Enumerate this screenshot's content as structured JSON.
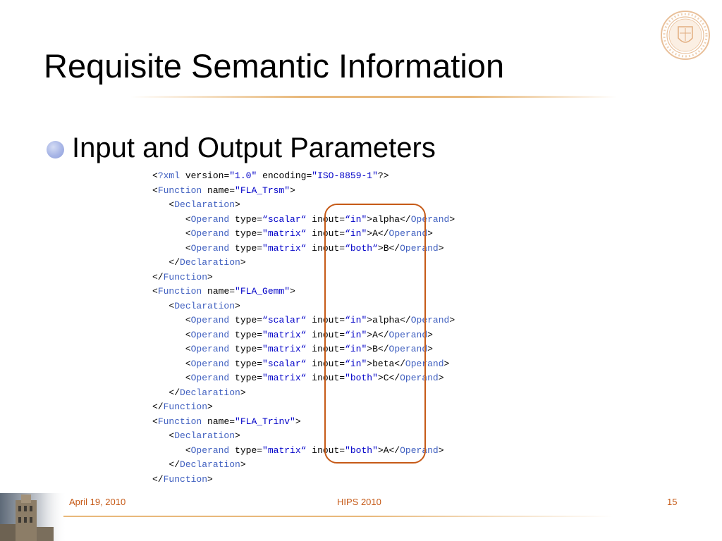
{
  "slide": {
    "title": "Requisite Semantic Information",
    "bullet": "Input and Output Parameters"
  },
  "code_lines": [
    {
      "indent": 0,
      "tokens": [
        {
          "t": "<",
          "c": "plain"
        },
        {
          "t": "?xml",
          "c": "kw"
        },
        {
          "t": " version=",
          "c": "plain"
        },
        {
          "t": "\"1.0\"",
          "c": "val"
        },
        {
          "t": " encoding=",
          "c": "plain"
        },
        {
          "t": "\"ISO-8859-1\"",
          "c": "val"
        },
        {
          "t": "?>",
          "c": "plain"
        }
      ]
    },
    {
      "indent": 0,
      "tokens": [
        {
          "t": "<",
          "c": "plain"
        },
        {
          "t": "Function",
          "c": "kw"
        },
        {
          "t": " name=",
          "c": "plain"
        },
        {
          "t": "\"FLA_Trsm\"",
          "c": "val"
        },
        {
          "t": ">",
          "c": "plain"
        }
      ]
    },
    {
      "indent": 1,
      "tokens": [
        {
          "t": "<",
          "c": "plain"
        },
        {
          "t": "Declaration",
          "c": "kw"
        },
        {
          "t": ">",
          "c": "plain"
        }
      ]
    },
    {
      "indent": 2,
      "tokens": [
        {
          "t": "<",
          "c": "plain"
        },
        {
          "t": "Operand",
          "c": "kw"
        },
        {
          "t": " type=",
          "c": "plain"
        },
        {
          "t": "“scalar“",
          "c": "val"
        },
        {
          "t": " inout=",
          "c": "plain"
        },
        {
          "t": "“in\"",
          "c": "val"
        },
        {
          "t": ">alpha</",
          "c": "plain"
        },
        {
          "t": "Operand",
          "c": "kw"
        },
        {
          "t": ">",
          "c": "plain"
        }
      ]
    },
    {
      "indent": 2,
      "tokens": [
        {
          "t": "<",
          "c": "plain"
        },
        {
          "t": "Operand",
          "c": "kw"
        },
        {
          "t": " type=",
          "c": "plain"
        },
        {
          "t": "\"matrix“",
          "c": "val"
        },
        {
          "t": " inout=",
          "c": "plain"
        },
        {
          "t": "“in\"",
          "c": "val"
        },
        {
          "t": ">A</",
          "c": "plain"
        },
        {
          "t": "Operand",
          "c": "kw"
        },
        {
          "t": ">",
          "c": "plain"
        }
      ]
    },
    {
      "indent": 2,
      "tokens": [
        {
          "t": "<",
          "c": "plain"
        },
        {
          "t": "Operand",
          "c": "kw"
        },
        {
          "t": " type=",
          "c": "plain"
        },
        {
          "t": "\"matrix“",
          "c": "val"
        },
        {
          "t": " inout=",
          "c": "plain"
        },
        {
          "t": "“both“",
          "c": "val"
        },
        {
          "t": ">B</",
          "c": "plain"
        },
        {
          "t": "Operand",
          "c": "kw"
        },
        {
          "t": ">",
          "c": "plain"
        }
      ]
    },
    {
      "indent": 1,
      "tokens": [
        {
          "t": "</",
          "c": "plain"
        },
        {
          "t": "Declaration",
          "c": "kw"
        },
        {
          "t": ">",
          "c": "plain"
        }
      ]
    },
    {
      "indent": 0,
      "tokens": [
        {
          "t": "</",
          "c": "plain"
        },
        {
          "t": "Function",
          "c": "kw"
        },
        {
          "t": ">",
          "c": "plain"
        }
      ]
    },
    {
      "indent": 0,
      "tokens": [
        {
          "t": "<",
          "c": "plain"
        },
        {
          "t": "Function",
          "c": "kw"
        },
        {
          "t": " name=",
          "c": "plain"
        },
        {
          "t": "\"FLA_Gemm\"",
          "c": "val"
        },
        {
          "t": ">",
          "c": "plain"
        }
      ]
    },
    {
      "indent": 1,
      "tokens": [
        {
          "t": "<",
          "c": "plain"
        },
        {
          "t": "Declaration",
          "c": "kw"
        },
        {
          "t": ">",
          "c": "plain"
        }
      ]
    },
    {
      "indent": 2,
      "tokens": [
        {
          "t": "<",
          "c": "plain"
        },
        {
          "t": "Operand",
          "c": "kw"
        },
        {
          "t": " type=",
          "c": "plain"
        },
        {
          "t": "“scalar“",
          "c": "val"
        },
        {
          "t": " inout=",
          "c": "plain"
        },
        {
          "t": "“in\"",
          "c": "val"
        },
        {
          "t": ">alpha</",
          "c": "plain"
        },
        {
          "t": "Operand",
          "c": "kw"
        },
        {
          "t": ">",
          "c": "plain"
        }
      ]
    },
    {
      "indent": 2,
      "tokens": [
        {
          "t": "<",
          "c": "plain"
        },
        {
          "t": "Operand",
          "c": "kw"
        },
        {
          "t": " type=",
          "c": "plain"
        },
        {
          "t": "\"matrix“",
          "c": "val"
        },
        {
          "t": " inout=",
          "c": "plain"
        },
        {
          "t": "“in\"",
          "c": "val"
        },
        {
          "t": ">A</",
          "c": "plain"
        },
        {
          "t": "Operand",
          "c": "kw"
        },
        {
          "t": ">",
          "c": "plain"
        }
      ]
    },
    {
      "indent": 2,
      "tokens": [
        {
          "t": "<",
          "c": "plain"
        },
        {
          "t": "Operand",
          "c": "kw"
        },
        {
          "t": " type=",
          "c": "plain"
        },
        {
          "t": "\"matrix“",
          "c": "val"
        },
        {
          "t": " inout=",
          "c": "plain"
        },
        {
          "t": "“in\"",
          "c": "val"
        },
        {
          "t": ">B</",
          "c": "plain"
        },
        {
          "t": "Operand",
          "c": "kw"
        },
        {
          "t": ">",
          "c": "plain"
        }
      ]
    },
    {
      "indent": 2,
      "tokens": [
        {
          "t": "<",
          "c": "plain"
        },
        {
          "t": "Operand",
          "c": "kw"
        },
        {
          "t": " type=",
          "c": "plain"
        },
        {
          "t": "\"scalar“",
          "c": "val"
        },
        {
          "t": " inout=",
          "c": "plain"
        },
        {
          "t": "“in\"",
          "c": "val"
        },
        {
          "t": ">beta</",
          "c": "plain"
        },
        {
          "t": "Operand",
          "c": "kw"
        },
        {
          "t": ">",
          "c": "plain"
        }
      ]
    },
    {
      "indent": 2,
      "tokens": [
        {
          "t": "<",
          "c": "plain"
        },
        {
          "t": "Operand",
          "c": "kw"
        },
        {
          "t": " type=",
          "c": "plain"
        },
        {
          "t": "\"matrix“",
          "c": "val"
        },
        {
          "t": " inout=",
          "c": "plain"
        },
        {
          "t": "\"both\"",
          "c": "val"
        },
        {
          "t": ">C</",
          "c": "plain"
        },
        {
          "t": "Operand",
          "c": "kw"
        },
        {
          "t": ">",
          "c": "plain"
        }
      ]
    },
    {
      "indent": 1,
      "tokens": [
        {
          "t": "</",
          "c": "plain"
        },
        {
          "t": "Declaration",
          "c": "kw"
        },
        {
          "t": ">",
          "c": "plain"
        }
      ]
    },
    {
      "indent": 0,
      "tokens": [
        {
          "t": "</",
          "c": "plain"
        },
        {
          "t": "Function",
          "c": "kw"
        },
        {
          "t": ">",
          "c": "plain"
        }
      ]
    },
    {
      "indent": 0,
      "tokens": [
        {
          "t": "<",
          "c": "plain"
        },
        {
          "t": "Function",
          "c": "kw"
        },
        {
          "t": " name=",
          "c": "plain"
        },
        {
          "t": "\"FLA_Trinv\"",
          "c": "val"
        },
        {
          "t": ">",
          "c": "plain"
        }
      ]
    },
    {
      "indent": 1,
      "tokens": [
        {
          "t": "<",
          "c": "plain"
        },
        {
          "t": "Declaration",
          "c": "kw"
        },
        {
          "t": ">",
          "c": "plain"
        }
      ]
    },
    {
      "indent": 2,
      "tokens": [
        {
          "t": "<",
          "c": "plain"
        },
        {
          "t": "Operand",
          "c": "kw"
        },
        {
          "t": " type=",
          "c": "plain"
        },
        {
          "t": "\"matrix“",
          "c": "val"
        },
        {
          "t": " inout=",
          "c": "plain"
        },
        {
          "t": "\"both\"",
          "c": "val"
        },
        {
          "t": ">A</",
          "c": "plain"
        },
        {
          "t": "Operand",
          "c": "kw"
        },
        {
          "t": ">",
          "c": "plain"
        }
      ]
    },
    {
      "indent": 1,
      "tokens": [
        {
          "t": "</",
          "c": "plain"
        },
        {
          "t": "Declaration",
          "c": "kw"
        },
        {
          "t": ">",
          "c": "plain"
        }
      ]
    },
    {
      "indent": 0,
      "tokens": [
        {
          "t": "</",
          "c": "plain"
        },
        {
          "t": "Function",
          "c": "kw"
        },
        {
          "t": ">",
          "c": "plain"
        }
      ]
    }
  ],
  "footer": {
    "date": "April 19, 2010",
    "center": "HIPS 2010",
    "page": "15"
  },
  "icons": {
    "seal": "university-seal-icon",
    "bullet": "bullet-dot-icon",
    "tower": "tower-photo-icon"
  },
  "colors": {
    "accent": "#c65a17",
    "rule": "#e8b87a",
    "code_keyword": "#4060c0",
    "code_value": "#0000c8",
    "bullet": "#a7b5e6"
  }
}
